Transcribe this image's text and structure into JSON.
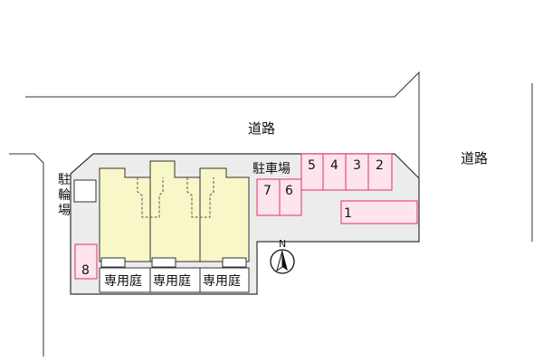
{
  "roads": {
    "top_label": "道路",
    "right_label": "道路"
  },
  "parking": {
    "car_label": "駐車場",
    "bike_label": "駐輪場",
    "spaces": [
      "1",
      "2",
      "3",
      "4",
      "5",
      "6",
      "7",
      "8"
    ]
  },
  "gardens": {
    "label_1": "専用庭",
    "label_2": "専用庭",
    "label_3": "専用庭"
  },
  "compass": {
    "north": "N"
  },
  "colors": {
    "lot": "#ececec",
    "building": "#f7f7c8",
    "parking_fill": "#fde4ee",
    "parking_stroke": "#e0306a",
    "line": "#333333"
  }
}
